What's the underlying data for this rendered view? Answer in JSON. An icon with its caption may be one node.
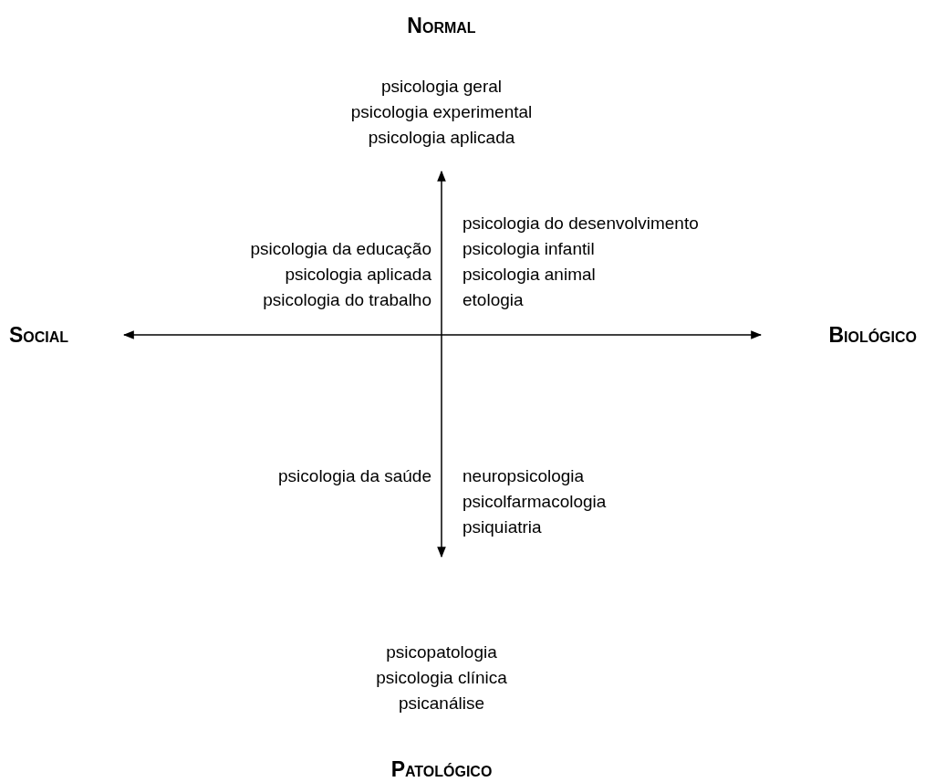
{
  "diagram": {
    "labels": [
      "Normal",
      "psicologia geral",
      "psicologia experimental",
      "psicologia aplicada",
      "psicologia do desenvolvimento",
      "psicologia infantil",
      "psicologia animal",
      "etologia",
      "psicologia da educação",
      "psicologia aplicada",
      "psicologia do trabalho",
      "Social",
      "Biológico",
      "psicologia da saúde",
      "neuropsicologia",
      "psicolfarmacologia",
      "psiquiatria",
      "psicopatologia",
      "psicologia clínica",
      "psicanálise",
      "Patológico"
    ]
  }
}
